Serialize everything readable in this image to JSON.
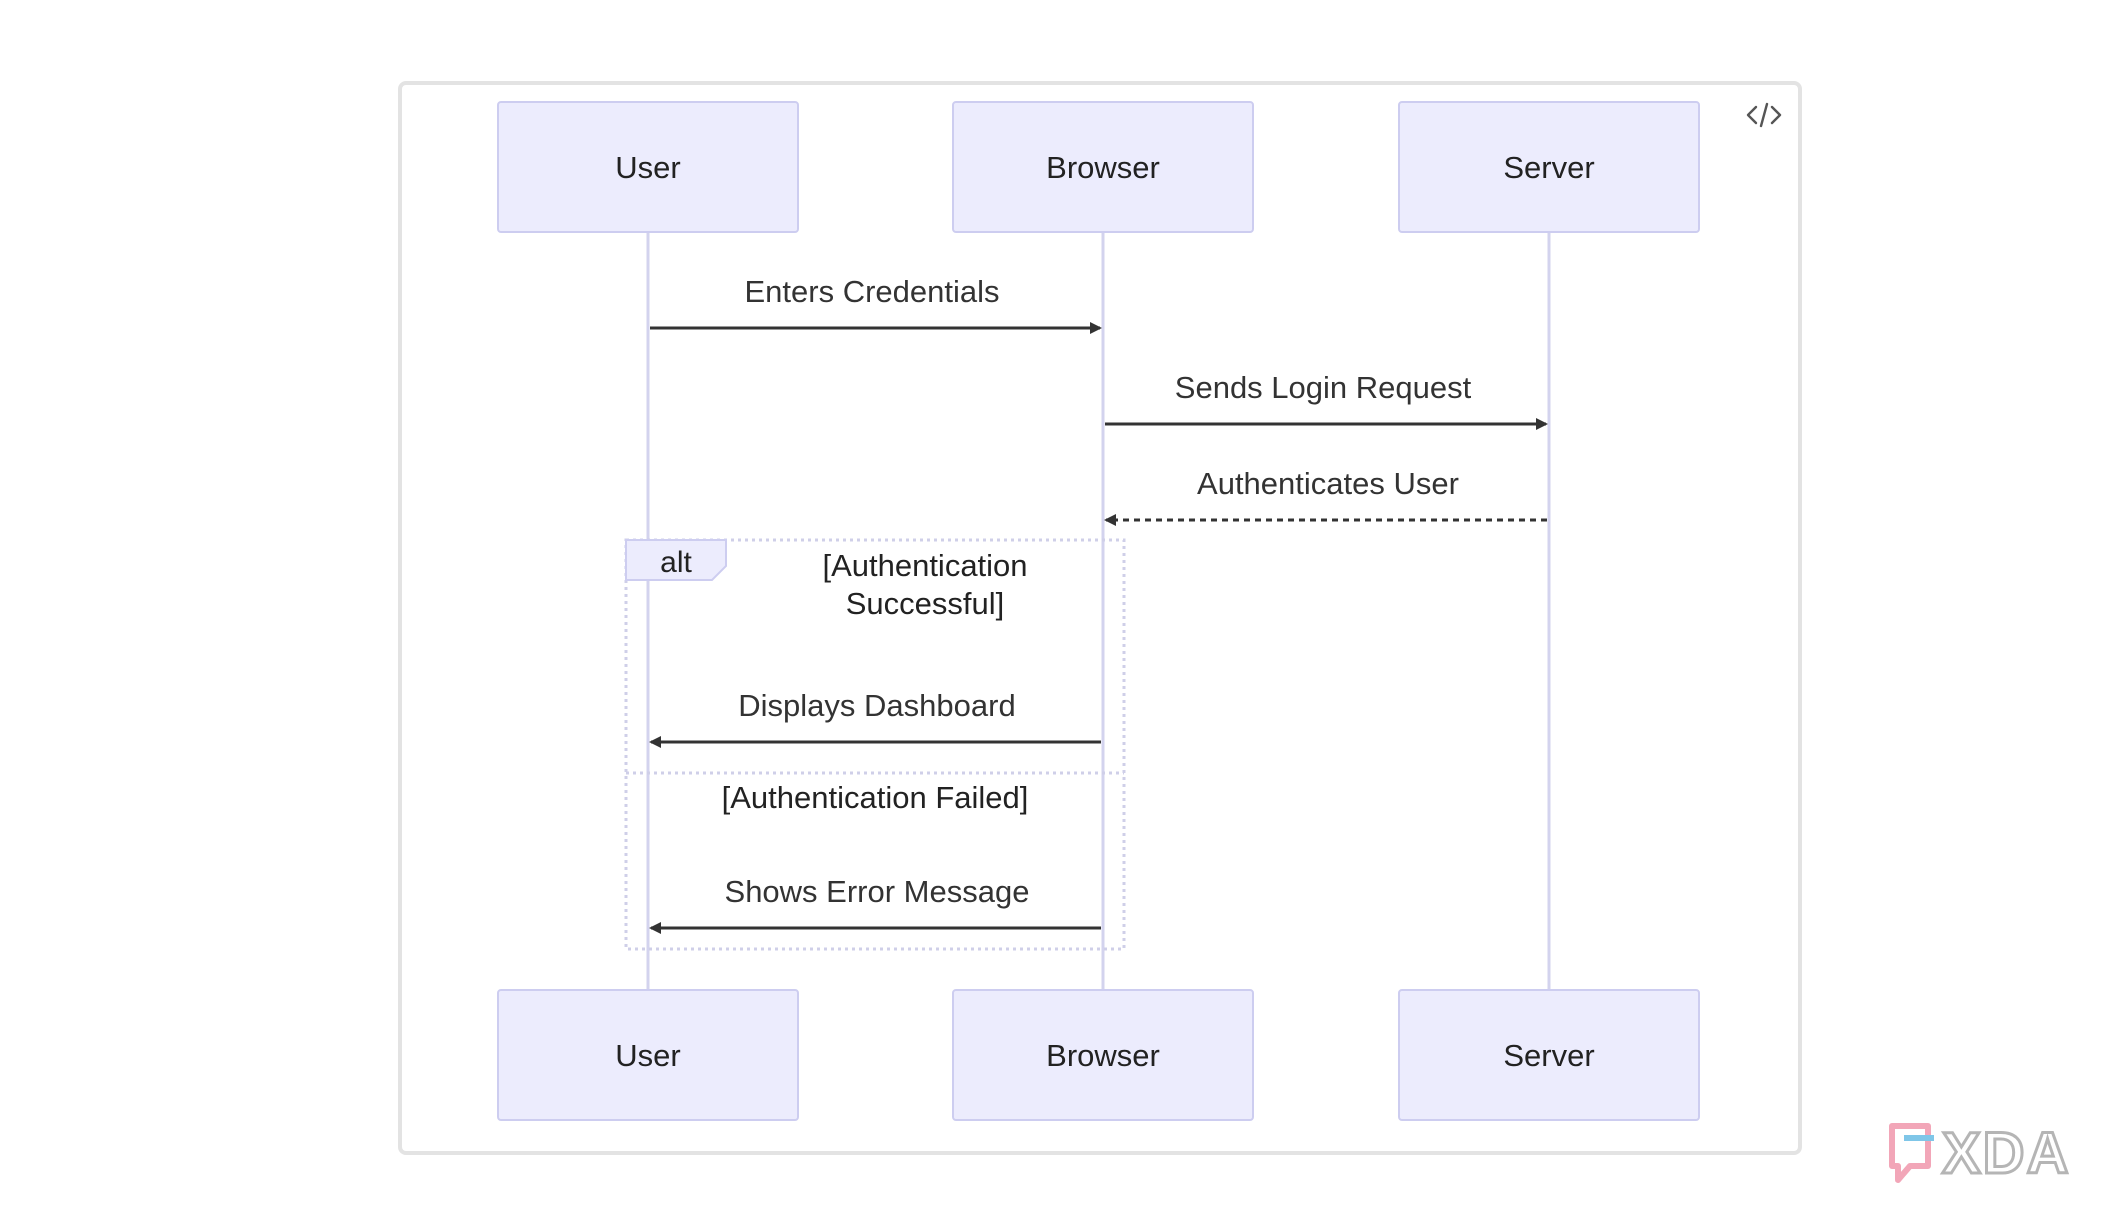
{
  "participants": [
    "User",
    "Browser",
    "Server"
  ],
  "messages": [
    {
      "label": "Enters Credentials",
      "from": "User",
      "to": "Browser",
      "style": "solid"
    },
    {
      "label": "Sends Login Request",
      "from": "Browser",
      "to": "Server",
      "style": "solid"
    },
    {
      "label": "Authenticates User",
      "from": "Server",
      "to": "Browser",
      "style": "dashed"
    },
    {
      "label": "Displays Dashboard",
      "from": "Browser",
      "to": "User",
      "style": "solid"
    },
    {
      "label": "Shows Error Message",
      "from": "Browser",
      "to": "User",
      "style": "solid"
    }
  ],
  "alt_block": {
    "keyword": "alt",
    "condition_line1": "[Authentication",
    "condition_line2": "Successful]",
    "else_condition": "[Authentication Failed]"
  },
  "toolbar": {
    "code_icon": "code-icon"
  },
  "watermark": {
    "text": "XDA"
  },
  "colors": {
    "box_fill": "#ececfd",
    "box_stroke": "#cdcdf0",
    "lifeline": "#d3d3ee",
    "arrow": "#333333",
    "alt_border": "#cfcfe8",
    "text": "#222222"
  }
}
